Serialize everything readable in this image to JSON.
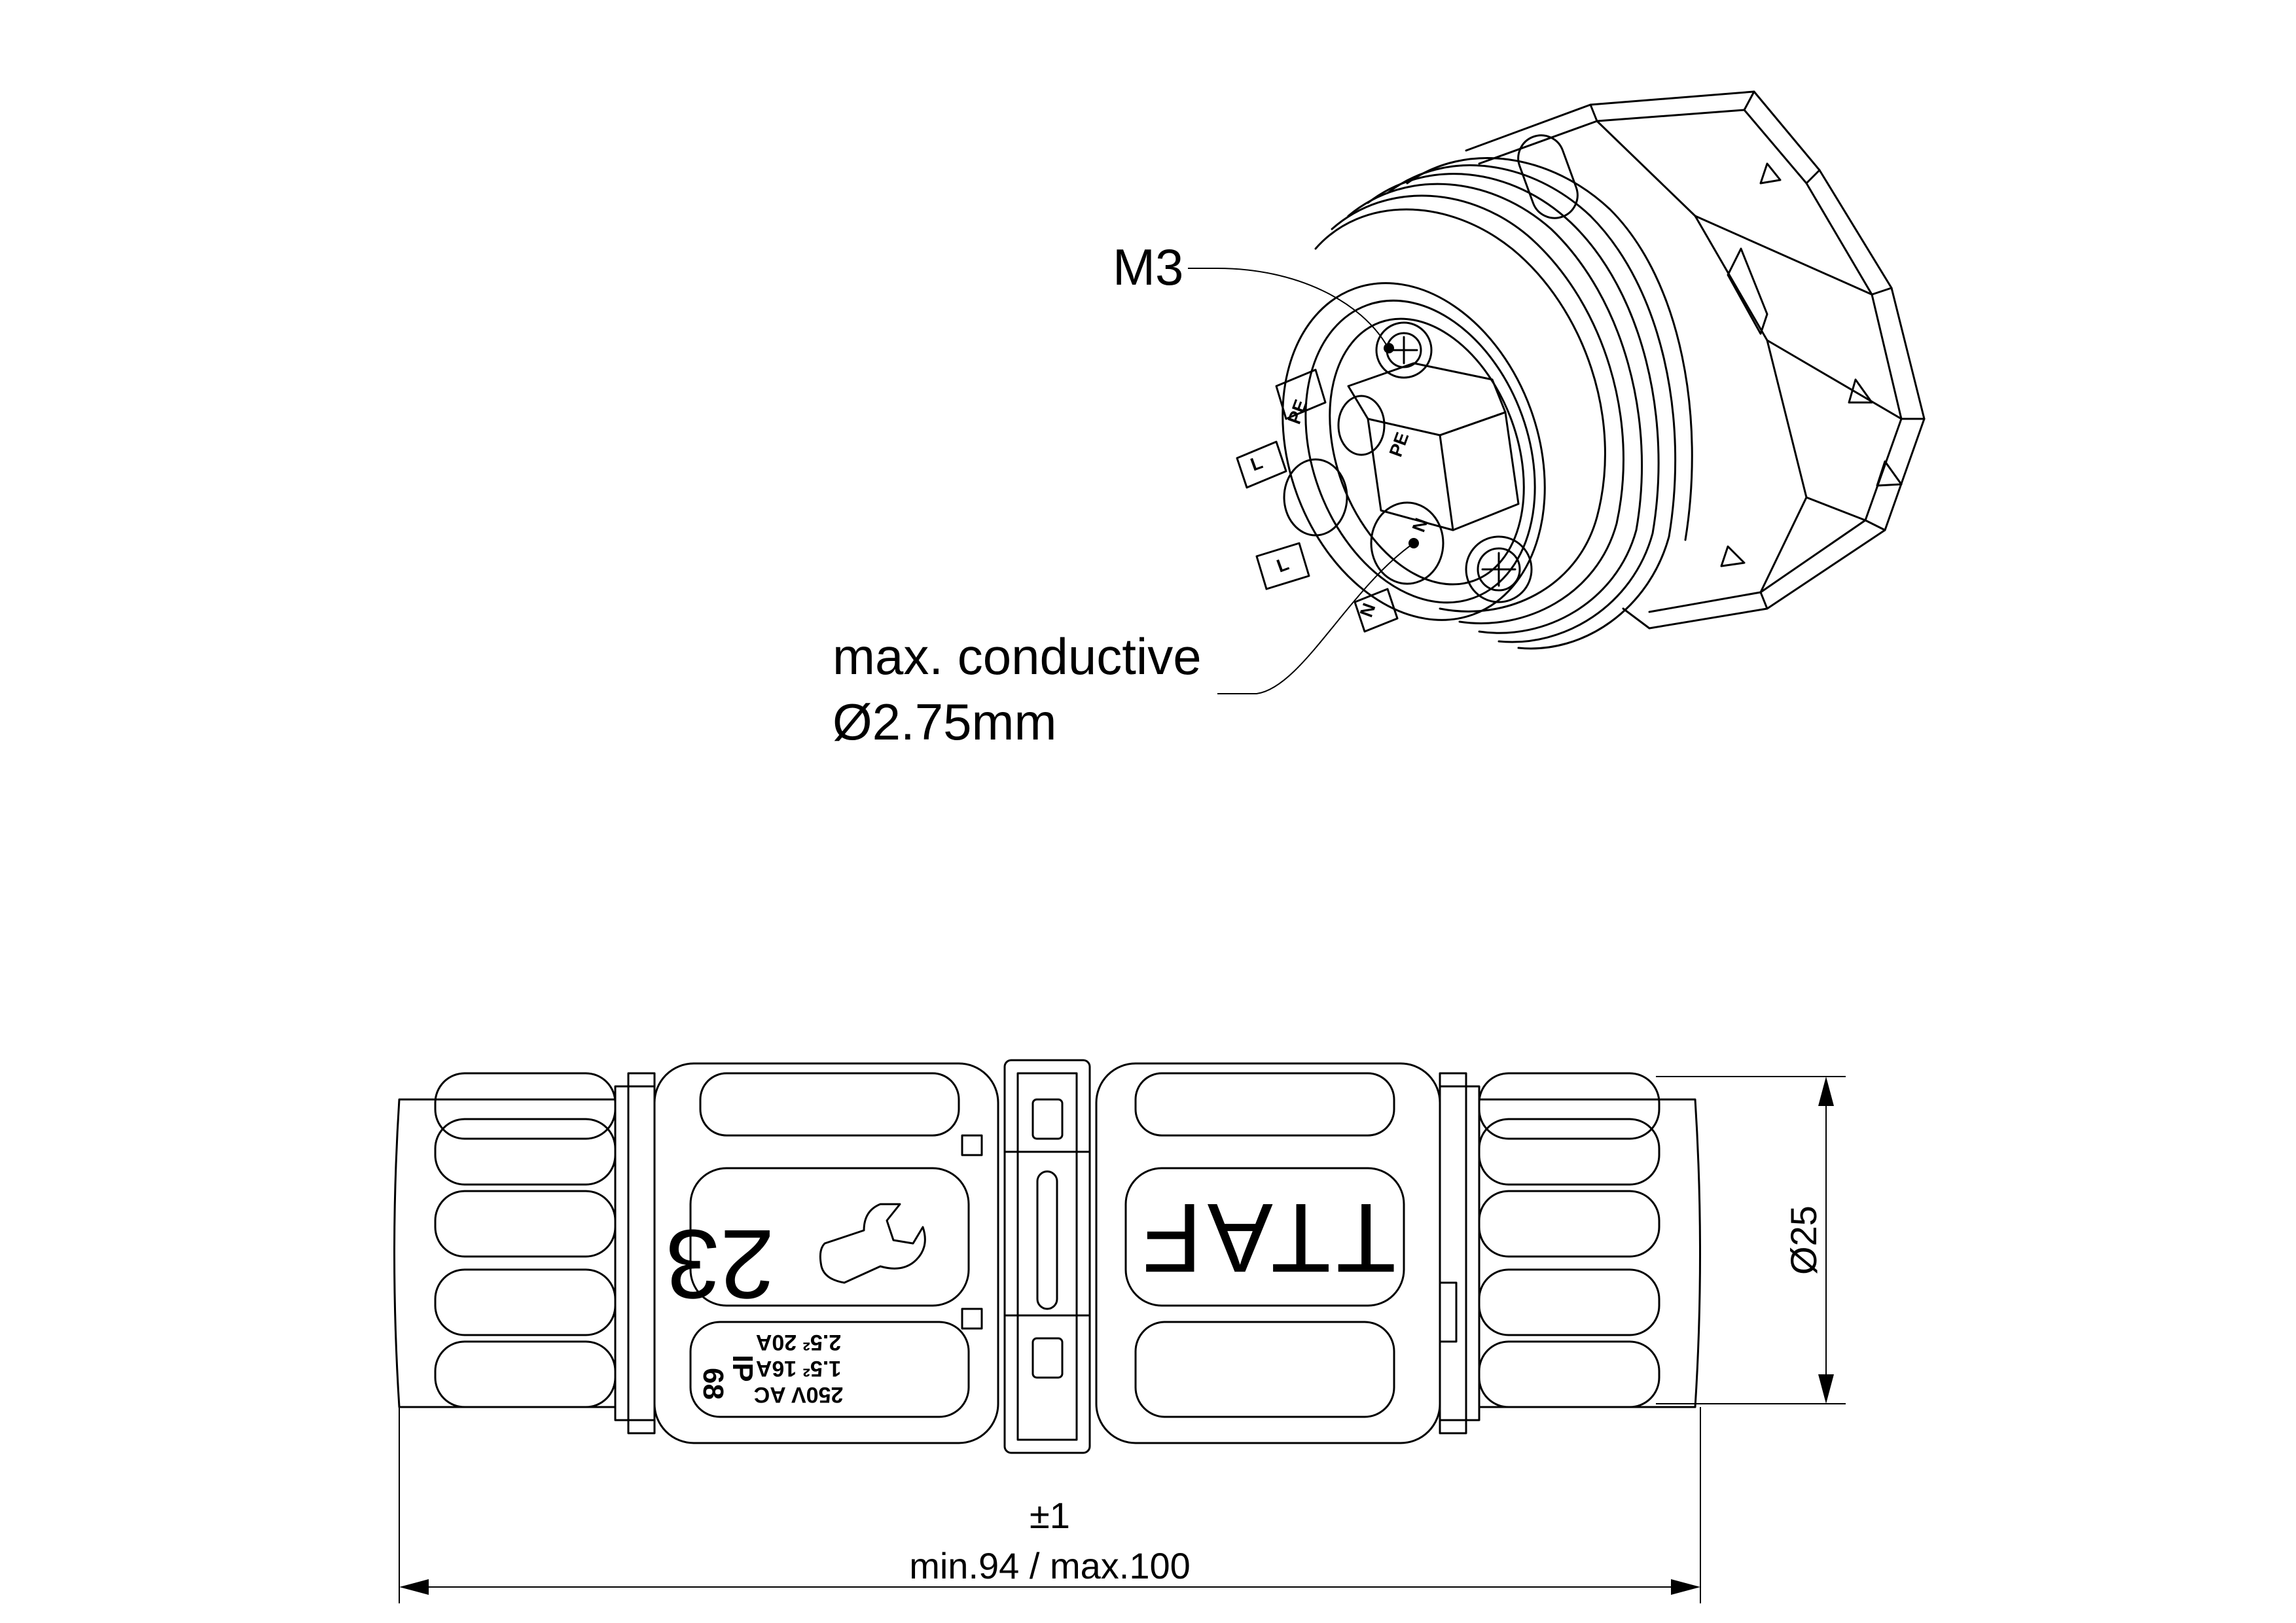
{
  "callouts": {
    "screw": "M3",
    "conductive_line1": "max. conductive",
    "conductive_line2": "Ø2.75mm"
  },
  "pin_marks": {
    "pe_left": "PE",
    "pe_right": "PE",
    "l_top": "L",
    "l_bottom": "L",
    "n_inner": "N",
    "n_outer": "N"
  },
  "dimensions": {
    "diameter": "Ø25",
    "tolerance": "±1",
    "length": "min.94 / max.100"
  },
  "body_markings": {
    "wrench_size": "23",
    "brand": "TTAF",
    "rating_line1": "250V AC",
    "rating_line2": "1.5² 16A",
    "rating_line3": "2.5² 20A",
    "ip": "IP",
    "ip_code": "68"
  },
  "icons": [
    "wrench-icon"
  ]
}
